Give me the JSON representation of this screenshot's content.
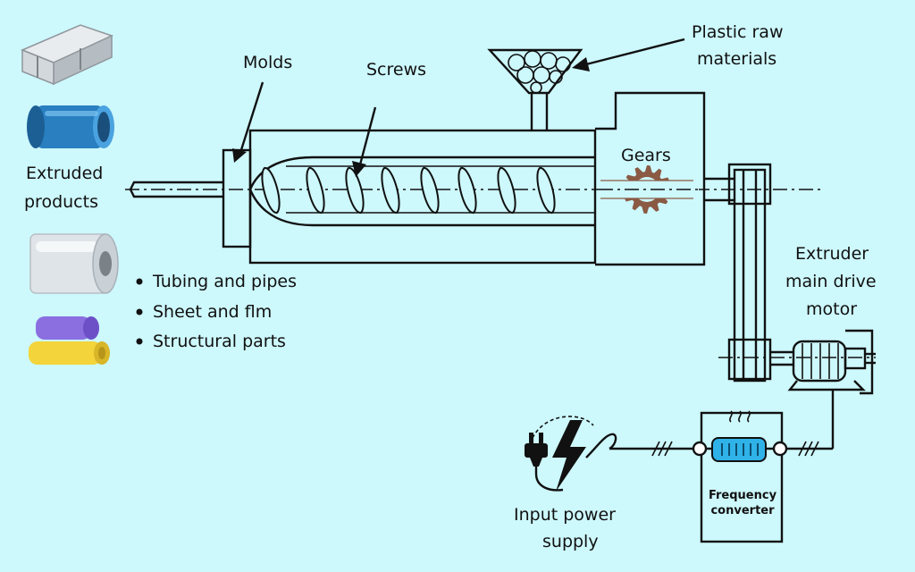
{
  "labels": {
    "molds": "Molds",
    "screws": "Screws",
    "plastic_raw_line1": "Plastic raw",
    "plastic_raw_line2": "materials",
    "gears": "Gears",
    "extruded_line1": "Extruded",
    "extruded_line2": "products",
    "motor_line1": "Extruder",
    "motor_line2": "main drive",
    "motor_line3": "motor",
    "input_line1": "Input power",
    "input_line2": "supply",
    "freq_line1": "Frequency",
    "freq_line2": "converter"
  },
  "bullets": [
    "Tubing and pipes",
    "Sheet and flm",
    "Structural parts"
  ],
  "colors": {
    "background": "#cdf8fc",
    "gear": "#8a5a44",
    "heater": "#2fb2e8",
    "pipe_blue": "#2a7fc0",
    "pipe_purple": "#8b6fe0",
    "pipe_yellow": "#f3d43a"
  },
  "icons": {
    "profile": "aluminum-profile-icon",
    "pipe": "blue-pipe-icon",
    "roll": "film-roll-icon",
    "tubes": "plastic-tubes-icon",
    "plug": "power-plug-icon",
    "bolt": "lightning-icon",
    "heat": "heat-waves-icon"
  }
}
